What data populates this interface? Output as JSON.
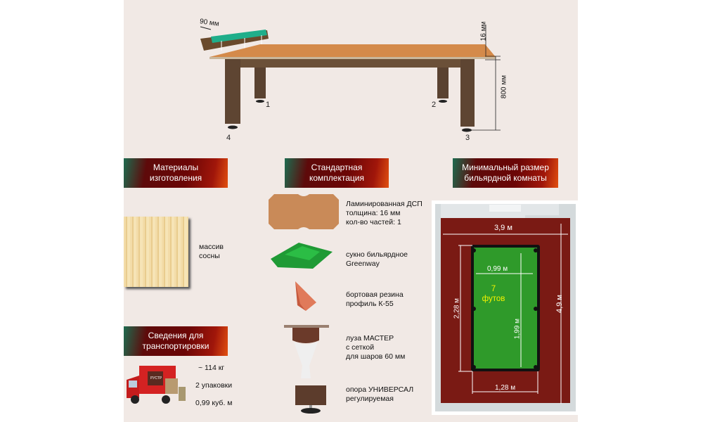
{
  "diagram": {
    "rail_width": "90 мм",
    "slate_thickness": "16 мм",
    "table_height": "800 мм",
    "leg_numbers": [
      "1",
      "2",
      "3",
      "4"
    ]
  },
  "sections": {
    "materials": {
      "title_line1": "Материалы",
      "title_line2": "изготовления",
      "wood_line1": "массив",
      "wood_line2": "сосны"
    },
    "standard_kit": {
      "title_line1": "Стандартная",
      "title_line2": "комплектация",
      "items": [
        {
          "icon": "laminated-board",
          "lines": [
            "Ламинированная ДСП",
            "толщина: 16 мм",
            "кол-во частей: 1"
          ]
        },
        {
          "icon": "cloth",
          "lines": [
            "сукно бильярдное",
            "Greenway"
          ]
        },
        {
          "icon": "rubber-cushion",
          "lines": [
            "бортовая резина",
            "профиль К-55"
          ]
        },
        {
          "icon": "pocket",
          "lines": [
            "луза МАСТЕР",
            "с сеткой",
            "для шаров 60 мм"
          ]
        },
        {
          "icon": "leg-support",
          "lines": [
            "опора УНИВЕРСАЛ",
            "регулируемая"
          ]
        }
      ]
    },
    "transport": {
      "title_line1": "Сведения для",
      "title_line2": "транспортировки",
      "weight": "~ 114 кг",
      "packages": "2 упаковки",
      "volume": "0,99 куб. м",
      "truck_logo": "РУСТР"
    },
    "room": {
      "title_line1": "Минимальный размер",
      "title_line2": "бильярдной комнаты",
      "room_width": "3,9 м",
      "room_length": "4,9 м",
      "table_outer_width": "1,28 м",
      "table_outer_length": "2,28 м",
      "play_width": "0,99 м",
      "play_length": "1,99 м",
      "table_size_line1": "7",
      "table_size_line2": "футов"
    }
  },
  "colors": {
    "background": "#f1e9e5",
    "cloth": "#2f9a2a",
    "carpet": "#7a1a14",
    "table_size_text": "#f2f200"
  }
}
